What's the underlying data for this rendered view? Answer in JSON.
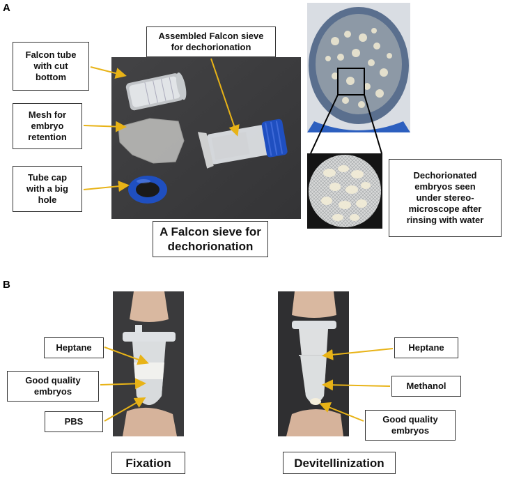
{
  "panel_a": {
    "letter": "A",
    "labels": {
      "falcon_tube": "Falcon tube\nwith cut\nbottom",
      "mesh": "Mesh for\nembryo\nretention",
      "tube_cap": "Tube cap\nwith a big\nhole",
      "assembled": "Assembled Falcon sieve\nfor dechorionation",
      "dechorionated": "Dechorionated\nembryos seen\nunder stereo-\nmicroscope after\nrinsing with water"
    },
    "caption": "A Falcon sieve for\ndechorionation"
  },
  "panel_b": {
    "letter": "B",
    "fixation": {
      "heptane": "Heptane",
      "embryos": "Good quality\nembryos",
      "pbs": "PBS",
      "caption": "Fixation"
    },
    "devitellinization": {
      "heptane": "Heptane",
      "methanol": "Methanol",
      "embryos": "Good quality\nembryos",
      "caption": "Devitellinization"
    }
  },
  "colors": {
    "arrow": "#e8b317",
    "photo_bg": "#3a3a3c",
    "cap_blue": "#1f4fc0"
  }
}
